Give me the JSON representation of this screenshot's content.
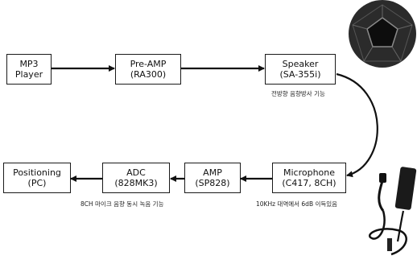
{
  "nodes": {
    "mp3_player": {
      "line1": "MP3",
      "line2": "Player"
    },
    "pre_amp": {
      "line1": "Pre-AMP",
      "line2": "(RA300)"
    },
    "speaker": {
      "line1": "Speaker",
      "line2": "(SA-355i)"
    },
    "microphone": {
      "line1": "Microphone",
      "line2": "(C417, 8CH)"
    },
    "amp": {
      "line1": "AMP",
      "line2": "(SP828)"
    },
    "adc": {
      "line1": "ADC",
      "line2": "(828MK3)"
    },
    "positioning": {
      "line1": "Positioning",
      "line2": "(PC)"
    }
  },
  "captions": {
    "speaker": "전방향 음향방사 기능",
    "microphone": "10KHz 대역에서 6dB 이득있음",
    "adc": "8CH 마이크 음향 동시 녹음 기능"
  },
  "images": {
    "speaker_photo": "dodecahedron-speaker",
    "microphone_photo": "lavalier-microphone"
  },
  "colors": {
    "box_border": "#1a1a1a",
    "arrow": "#111111",
    "speaker_body": "#2b2b2b",
    "speaker_panel": "#0d0d0d"
  }
}
